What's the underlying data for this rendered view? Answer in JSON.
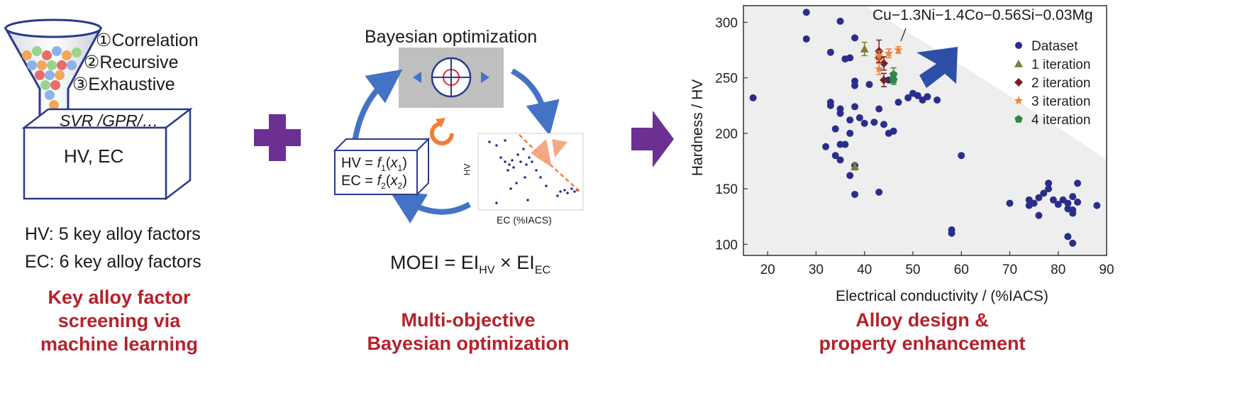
{
  "panel1": {
    "steps": [
      "①Correlation",
      "②Recursive",
      "③Exhaustive"
    ],
    "model_label": "SVR /GPR/…",
    "box_label": "HV, EC",
    "factors": [
      "HV: 5 key alloy factors",
      "EC: 6 key alloy factors"
    ],
    "caption": [
      "Key alloy factor",
      "screening  via",
      "machine learning"
    ]
  },
  "panel2": {
    "title": "Bayesian optimization",
    "model_lines": [
      {
        "lhs": "HV = ",
        "f": "f",
        "fsub": "1",
        "x": "x",
        "xsub": "1"
      },
      {
        "lhs": "EC = ",
        "f": "f",
        "fsub": "2",
        "x": "x",
        "xsub": "2"
      }
    ],
    "inset": {
      "ylabel": "HV",
      "xlabel": "EC (%IACS)"
    },
    "formula": {
      "lhs": "MOEI = EI",
      "sub1": "HV",
      "times": " × EI",
      "sub2": "EC"
    },
    "caption": [
      "Multi-objective",
      "Bayesian optimization"
    ]
  },
  "panel3": {
    "caption": [
      "Alloy design &",
      "property enhancement"
    ]
  },
  "colors": {
    "caption": "#b5222b",
    "plus": "#6b3091",
    "arrow_blue": "#4472c4",
    "dataset": "#2b2d8c",
    "iter1": "#7f7f2e",
    "iter2": "#7a1f26",
    "iter3": "#f08038",
    "iter4": "#2f8a3c"
  },
  "chart_data": {
    "type": "scatter",
    "xlabel": "Electrical conductivity / (%IACS)",
    "ylabel": "Hardness / HV",
    "xlim": [
      15,
      90
    ],
    "ylim": [
      90,
      315
    ],
    "xticks": [
      20,
      30,
      40,
      50,
      60,
      70,
      80,
      90
    ],
    "yticks": [
      100,
      150,
      200,
      250,
      300
    ],
    "annotation": "Cu−1.3Ni−1.4Co−0.56Si−0.03Mg",
    "legend_position": "top-right",
    "series": [
      {
        "name": "Dataset",
        "marker": "circle",
        "color": "#2b2d8c",
        "points": [
          [
            28,
            309
          ],
          [
            35,
            301
          ],
          [
            28,
            285
          ],
          [
            38,
            286
          ],
          [
            33,
            273
          ],
          [
            36,
            267
          ],
          [
            37,
            268
          ],
          [
            17,
            232
          ],
          [
            38,
            247
          ],
          [
            38,
            243
          ],
          [
            41,
            244
          ],
          [
            45,
            248
          ],
          [
            33,
            228
          ],
          [
            33,
            225
          ],
          [
            35,
            222
          ],
          [
            35,
            218
          ],
          [
            38,
            224
          ],
          [
            39,
            214
          ],
          [
            37,
            212
          ],
          [
            40,
            209
          ],
          [
            37,
            200
          ],
          [
            42,
            210
          ],
          [
            43,
            222
          ],
          [
            44,
            208
          ],
          [
            45,
            200
          ],
          [
            46,
            202
          ],
          [
            47,
            228
          ],
          [
            49,
            232
          ],
          [
            50,
            236
          ],
          [
            51,
            234
          ],
          [
            52,
            230
          ],
          [
            53,
            233
          ],
          [
            55,
            230
          ],
          [
            34,
            204
          ],
          [
            35,
            190
          ],
          [
            36,
            190
          ],
          [
            34,
            180
          ],
          [
            35,
            176
          ],
          [
            32,
            188
          ],
          [
            38,
            171
          ],
          [
            37,
            162
          ],
          [
            38,
            145
          ],
          [
            43,
            147
          ],
          [
            58,
            113
          ],
          [
            58,
            110
          ],
          [
            60,
            180
          ],
          [
            70,
            137
          ],
          [
            74,
            140
          ],
          [
            74,
            135
          ],
          [
            75,
            137
          ],
          [
            76,
            142
          ],
          [
            76,
            126
          ],
          [
            77,
            146
          ],
          [
            78,
            155
          ],
          [
            78,
            150
          ],
          [
            79,
            140
          ],
          [
            80,
            136
          ],
          [
            81,
            140
          ],
          [
            82,
            137
          ],
          [
            82,
            132
          ],
          [
            83,
            143
          ],
          [
            83,
            131
          ],
          [
            83,
            128
          ],
          [
            84,
            155
          ],
          [
            84,
            138
          ],
          [
            82,
            107
          ],
          [
            83,
            101
          ],
          [
            88,
            135
          ]
        ]
      },
      {
        "name": "1 iteration",
        "marker": "triangle",
        "color": "#7f7f2e",
        "points": [
          [
            40,
            276
          ],
          [
            38,
            170
          ]
        ],
        "err": [
          6,
          3
        ]
      },
      {
        "name": "2 iteration",
        "marker": "diamond",
        "color": "#7a1f26",
        "points": [
          [
            43,
            274
          ],
          [
            43,
            268
          ],
          [
            44,
            263
          ],
          [
            44,
            248
          ]
        ],
        "err": [
          10,
          5,
          6,
          6
        ]
      },
      {
        "name": "3 iteration",
        "marker": "star",
        "color": "#f08038",
        "points": [
          [
            47,
            275
          ],
          [
            45,
            272
          ],
          [
            43,
            270
          ],
          [
            43,
            258
          ]
        ],
        "err": [
          3,
          4,
          4,
          5
        ]
      },
      {
        "name": "4 iteration",
        "marker": "pentagon",
        "color": "#2f8a3c",
        "points": [
          [
            46,
            253
          ],
          [
            46,
            248
          ]
        ],
        "err": [
          6,
          4
        ]
      }
    ]
  }
}
